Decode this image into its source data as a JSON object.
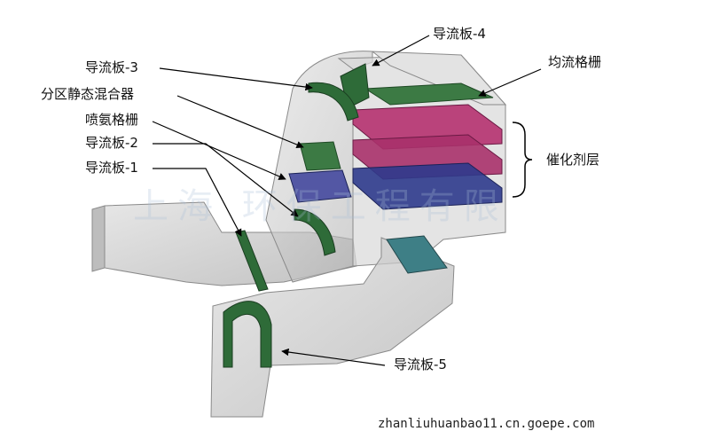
{
  "labels": {
    "guide_plate_1": "导流板-1",
    "guide_plate_2": "导流板-2",
    "guide_plate_3": "导流板-3",
    "guide_plate_4": "导流板-4",
    "guide_plate_5": "导流板-5",
    "static_mixer": "分区静态混合器",
    "ammonia_grid": "喷氨格栅",
    "flow_grid": "均流格栅",
    "catalyst_layer": "催化剂层"
  },
  "watermark": "上海 环保工程有限",
  "source_url": "zhanliuhuanbao11.cn.goepe.com",
  "colors": {
    "duct": "#c9c9c9",
    "guide_plate": "#2e6b38",
    "catalyst_magenta": "#b5316f",
    "catalyst_blue": "#2e3a8c",
    "teal_plate": "#3e7f86"
  }
}
